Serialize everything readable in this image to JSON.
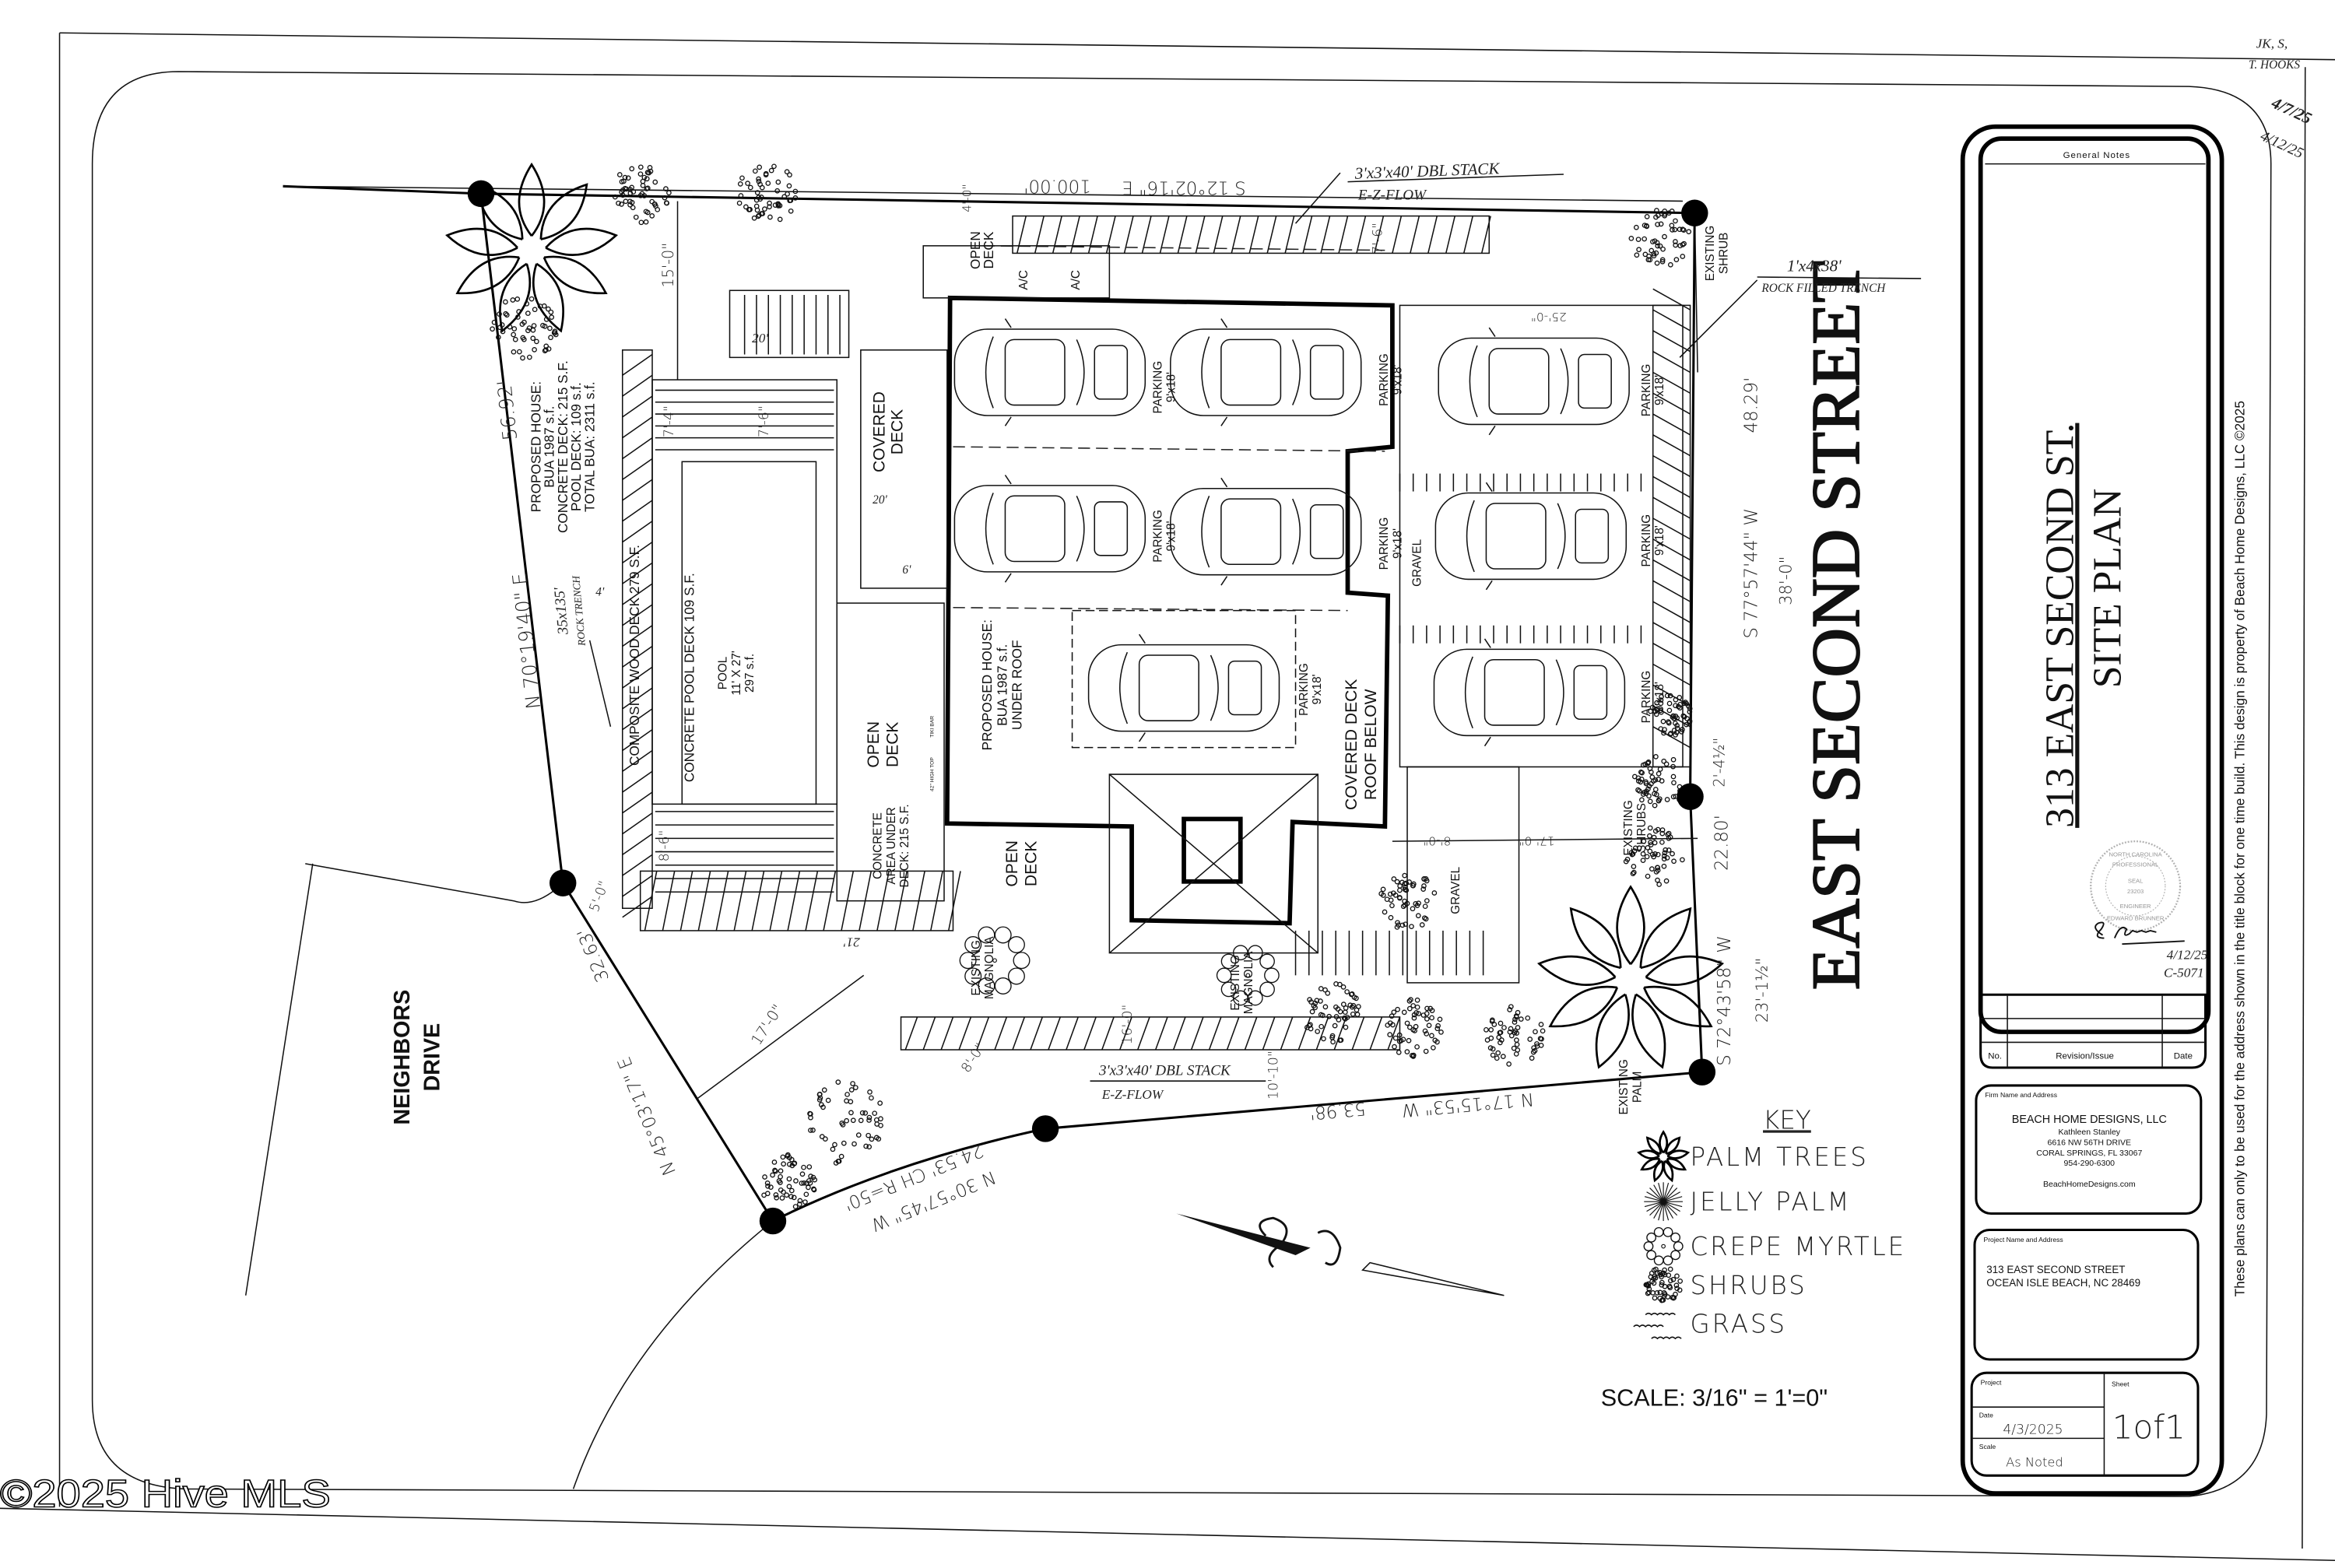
{
  "page_annotations": {
    "initials": "JK, S,",
    "name": "T. HOOKS",
    "date1": "4/7/25",
    "date2": "4/12/25"
  },
  "title_block": {
    "general_notes_label": "General Notes",
    "title_line1": "313 EAST SECOND ST.",
    "title_line2": "SITE PLAN",
    "seal_text": [
      "NORTH CAROLINA",
      "PROFESSIONAL",
      "SEAL",
      "23203",
      "ENGINEER",
      "EDWARD BRUNNER"
    ],
    "signature_date": "4/12/25",
    "signature_code": "C-5071",
    "revision_headers": {
      "no": "No.",
      "revision": "Revision/Issue",
      "date": "Date"
    },
    "firm": {
      "label": "Firm Name and Address",
      "name": "BEACH HOME DESIGNS, LLC",
      "contact": "Kathleen Stanley",
      "address1": "6616 NW 56TH DRIVE",
      "address2": "CORAL SPRINGS, FL 33067",
      "phone": "954-290-6300",
      "website": "BeachHomeDesigns.com"
    },
    "project": {
      "label": "Project Name and Address",
      "line1": "313 EAST SECOND STREET",
      "line2": "OCEAN ISLE BEACH, NC 28469"
    },
    "sheet_info": {
      "project_label": "Project",
      "sheet_label": "Sheet",
      "date_label": "Date",
      "date": "4/3/2025",
      "scale_label": "Scale",
      "scale": "As Noted",
      "sheet": "1of1"
    },
    "disclaimer": "These plans can only to be used for the address shown in the title block for one time build. This design is property of Beach Home Designs, LLC ©2025"
  },
  "site": {
    "street": "EAST SECOND STREET",
    "neighbors": [
      "NEIGHBORS",
      "DRIVE"
    ],
    "bearings": {
      "top": "S 12°02'16\" E",
      "top_dist": "100.00'",
      "right1": "S 77°57'44\" W",
      "right1_dist": "48.29'",
      "right1_dim": "38'-0\"",
      "right2": "S 72°43'58\" W",
      "right2_dist": "22.80'",
      "right2_dim": "23'-1½\"",
      "right_offset": "2'-4½\"",
      "bottom": "N 17°15'53\" W",
      "bottom_dist": "53.98'",
      "curve": "N 30°57'45\" W",
      "curve_dist": "24.53' CH R=50'",
      "left_lower": "N 45°03'17\" E",
      "left_lower_dist": "32.63'",
      "left_upper": "N 70°19'40\" E",
      "left_upper_dist": "56.92'"
    },
    "bua_note": [
      "PROPOSED HOUSE:",
      "BUA 1987 s.f.",
      "CONCRETE DECK:  215 S.F.",
      "POOL DECK:  109 s.f.",
      "TOTAL BUA:  2311 s.f."
    ],
    "labels": {
      "open_deck_top": [
        "OPEN",
        "DECK"
      ],
      "ac": "A/C",
      "covered_deck": [
        "COVERED",
        "DECK"
      ],
      "open_deck_mid": [
        "OPEN",
        "DECK"
      ],
      "open_deck_low": [
        "OPEN",
        "DECK"
      ],
      "house": [
        "PROPOSED HOUSE:",
        "BUA 1987 s.f.",
        "UNDER ROOF"
      ],
      "concrete_area": [
        "CONCRETE",
        "AREA UNDER",
        "DECK: 215 S.F."
      ],
      "composite_deck": "COMPOSITE WOOD DECK 279 S.F.",
      "concrete_pool_deck": "CONCRETE POOL DECK  109 S.F.",
      "pool": [
        "POOL",
        "11' X 27'",
        "297 s.f."
      ],
      "covered_deck_roof": [
        "COVERED DECK",
        "ROOF BELOW"
      ],
      "tiki_bar": "TIKI BAR",
      "high_top": "42\" HIGH TOP",
      "gravel": "GRAVEL",
      "parking": "PARKING",
      "parking_size": "9'x18'",
      "existing_shrub": [
        "EXISTING",
        "SHRUB"
      ],
      "existing_shrubs": [
        "EXISTING",
        "SHRUBS"
      ],
      "existing_palm": [
        "EXISTING",
        "PALM"
      ],
      "existing_magnolia": [
        "EXISTING",
        "MAGNOLIA"
      ]
    },
    "dimensions": {
      "d15": "15'-0\"",
      "d4": "4'-0\"",
      "d76a": "7'-6\"",
      "d25": "25'-0\"",
      "d74": "7'-4\"",
      "d76b": "7'-6\"",
      "d86": "8'-6\"",
      "d5": "5'-0\"",
      "d21": "21'",
      "d17a": "17'-0\"",
      "d8a": "8'-0\"",
      "d16": "16'-0\"",
      "d1010": "10'-10\"",
      "d8b": "8'-0\"",
      "d17b": "17'-0\"",
      "h20a": "20'",
      "h20b": "20'",
      "h6": "6'",
      "h4": "4'"
    },
    "notes": {
      "stack_top": "3'x3'x40' DBL STACK",
      "ezflow_top": "E-Z-FLOW",
      "trench": "1'x4x38'",
      "trench_desc": "ROCK FILLED TRENCH",
      "rock_trench": "35x135'",
      "rock_trench_desc": "ROCK TRENCH",
      "stack_bottom": "3'x3'x40' DBL STACK",
      "ezflow_bottom": "E-Z-FLOW"
    }
  },
  "key": {
    "title": "KEY",
    "items": [
      {
        "label": "PALM TREES",
        "icon": "palm-tree-icon"
      },
      {
        "label": "JELLY PALM",
        "icon": "jelly-palm-icon"
      },
      {
        "label": "CREPE MYRTLE",
        "icon": "crepe-myrtle-icon"
      },
      {
        "label": "SHRUBS",
        "icon": "shrub-icon"
      },
      {
        "label": "GRASS",
        "icon": "grass-icon"
      }
    ]
  },
  "scale": "SCALE:  3/16\" = 1'=0\"",
  "watermark": "©2025 Hive MLS"
}
